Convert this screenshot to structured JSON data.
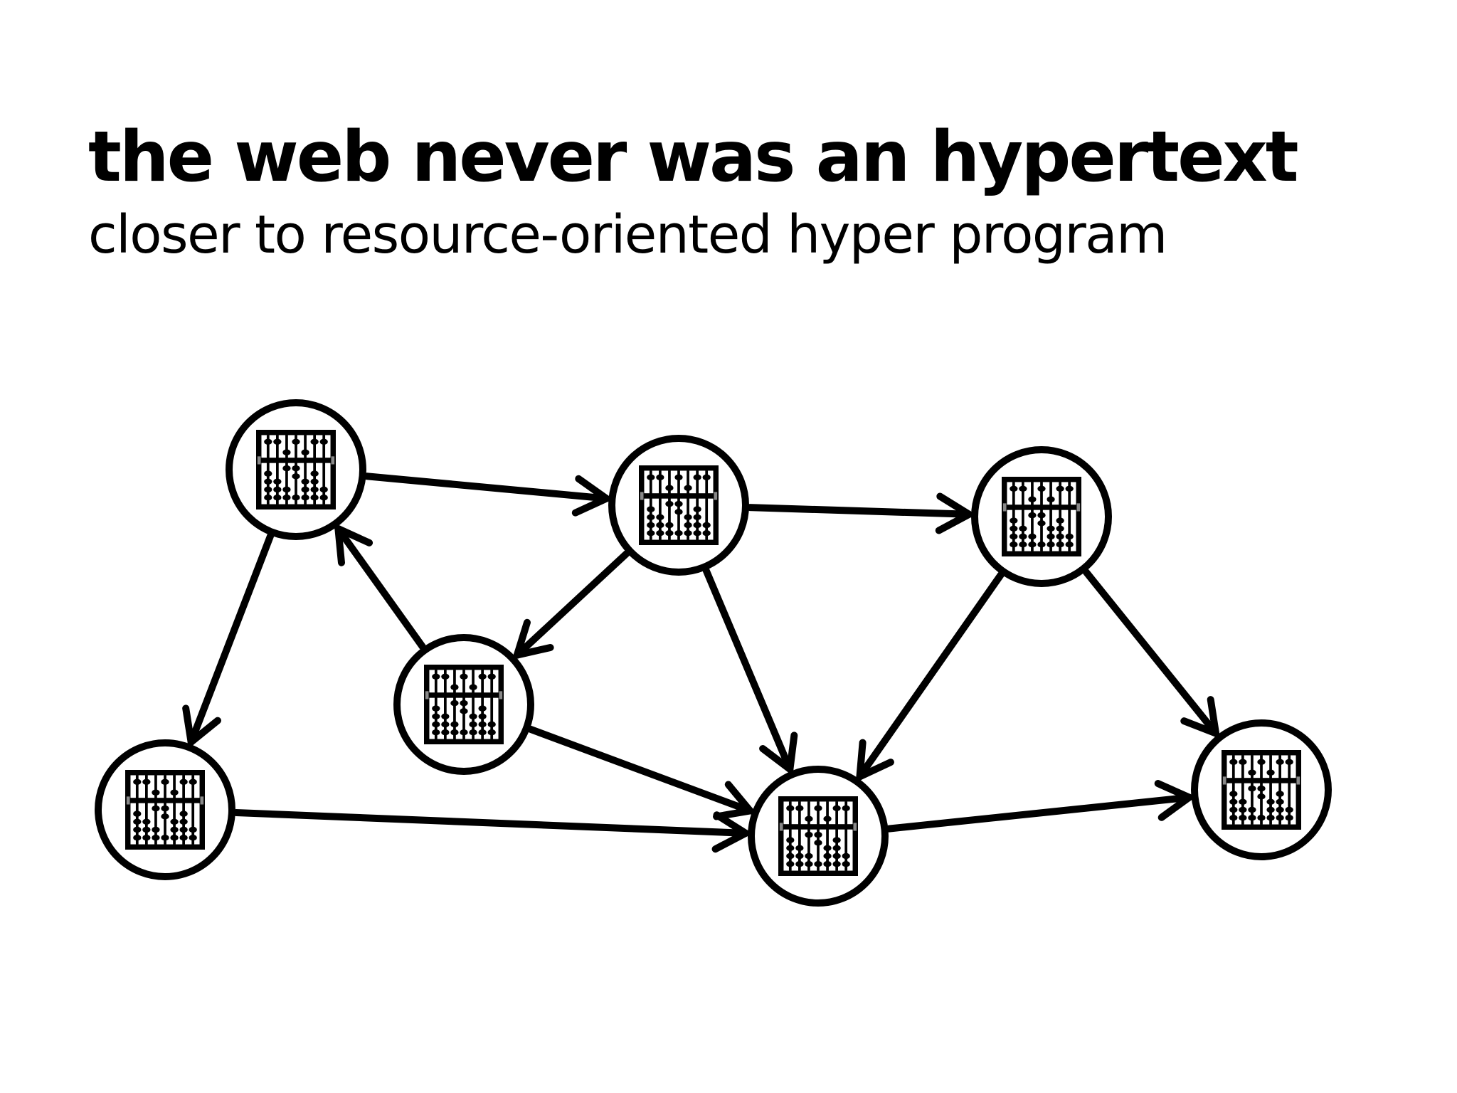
{
  "slide": {
    "title": "the web never was an hypertext",
    "subtitle": "closer to resource-oriented hyper program"
  },
  "diagram": {
    "node_icon": "abacus-icon",
    "line_color": "#000000",
    "nodes": [
      "n1",
      "n2",
      "n3",
      "n4",
      "n5",
      "n6",
      "n7"
    ],
    "edges": [
      {
        "from": "n1",
        "to": "n2"
      },
      {
        "from": "n2",
        "to": "n3"
      },
      {
        "from": "n1",
        "to": "n5"
      },
      {
        "from": "n4",
        "to": "n1"
      },
      {
        "from": "n2",
        "to": "n4"
      },
      {
        "from": "n2",
        "to": "n6"
      },
      {
        "from": "n4",
        "to": "n6"
      },
      {
        "from": "n5",
        "to": "n6"
      },
      {
        "from": "n3",
        "to": "n6"
      },
      {
        "from": "n3",
        "to": "n7"
      },
      {
        "from": "n6",
        "to": "n7"
      }
    ]
  }
}
